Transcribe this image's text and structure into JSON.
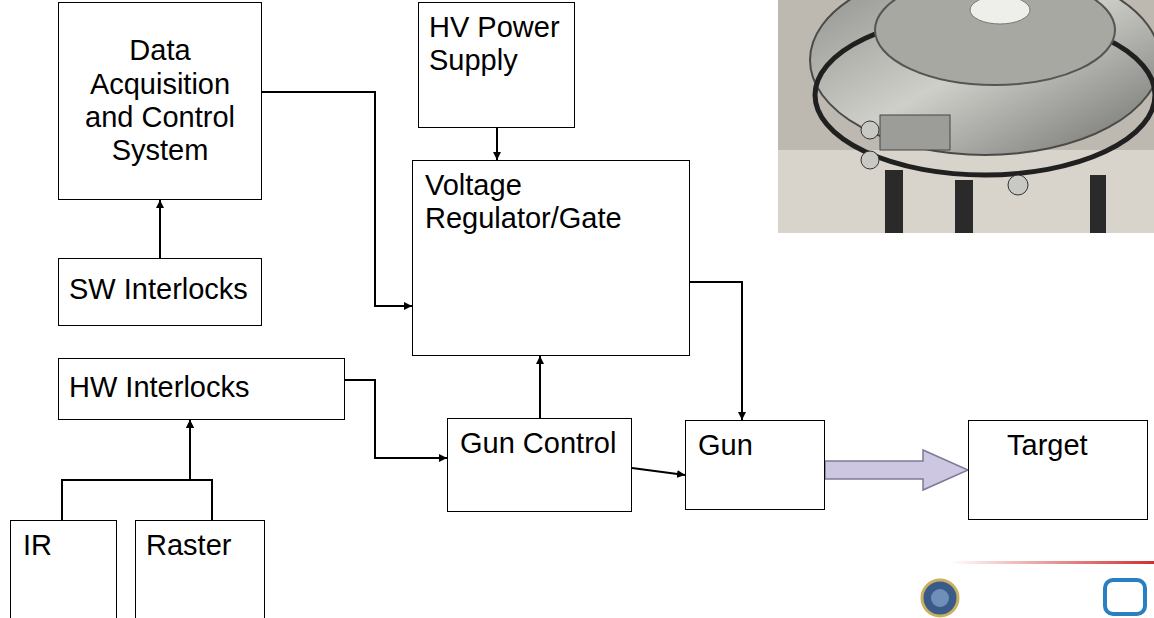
{
  "diagram": {
    "nodes": [
      {
        "text": [
          "Data Acquisition and Control System"
        ]
      },
      {
        "text": [
          "HV Power Supply"
        ]
      },
      {
        "text": [
          "Voltage Regulator/Gate"
        ]
      },
      {
        "text": [
          "SW Interlocks"
        ]
      },
      {
        "text": [
          "HW Interlocks"
        ]
      },
      {
        "text": [
          "Gun Control"
        ]
      },
      {
        "text": [
          "Gun"
        ]
      },
      {
        "text": [
          "Target"
        ]
      },
      {
        "text": [
          "IR"
        ]
      },
      {
        "text": [
          "Raster"
        ]
      }
    ],
    "edges": [
      {
        "from": 0,
        "to": 2,
        "arrow": "to"
      },
      {
        "from": 1,
        "to": 2,
        "arrow": "to"
      },
      {
        "from": 3,
        "to": 0,
        "arrow": "to"
      },
      {
        "from": 4,
        "to": 5,
        "arrow": "to"
      },
      {
        "from": 5,
        "to": 2,
        "arrow": "to"
      },
      {
        "from": 2,
        "to": 6,
        "arrow": "to"
      },
      {
        "from": 5,
        "to": 6,
        "arrow": "to"
      },
      {
        "from": 6,
        "to": 7,
        "arrow": "to"
      },
      {
        "from": 8,
        "to": 4,
        "arrow": "to"
      },
      {
        "from": 9,
        "to": 4,
        "arrow": "to"
      }
    ]
  }
}
